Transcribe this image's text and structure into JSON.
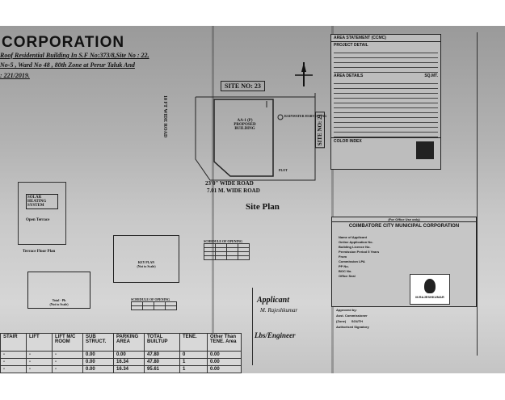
{
  "header": {
    "title": "CORPORATION",
    "line1": "Roof Residential Building In S.F No:373/8,Site No : 22,",
    "line2": "No-5 , Ward No 48 , 80th Zone at Perur Taluk And",
    "line3": ": 221/2019."
  },
  "site_plan": {
    "site_no": "SITE NO: 23",
    "site_no_side": "SITE NO: 21",
    "left_road": "10 FT WIDE ROAD",
    "building": "AA-1 (P) PROPOSED BUILDING",
    "rainwater": "RAINWATER HARVESTING",
    "plot": "PLOT",
    "road_line1": "23'0\" WIDE ROAD",
    "road_line2": "7.01 M. WIDE ROAD",
    "caption": "Site Plan"
  },
  "terrace": {
    "solar": "SOLAR HEATING SYSTEM",
    "open": "Open Terrace",
    "caption": "Terrace Floor Plan"
  },
  "key_plan": {
    "caption": "KEY PLAN",
    "sub": "(Not to Scale)"
  },
  "section": {
    "caption": "Total - Ph",
    "sub": "(Not to Scale)"
  },
  "schedule": {
    "title": "SCHEDULE OF OPENING"
  },
  "applicant": {
    "label": "Applicant",
    "signature": "M. Rajeshkumar"
  },
  "engineer": {
    "label": "Lbs/Engineer"
  },
  "area_statement": {
    "title": "AREA STATEMENT (CCMC)",
    "project": "PROJECT DETAIL",
    "area_details": "AREA DETAILS",
    "color_index": "COLOR INDEX",
    "unit": "SQ.MT."
  },
  "corp_panel": {
    "office": "(For Office Use only)",
    "title": "COIMBATORE CITY MUNICIPAL CORPORATION",
    "fields": [
      "Name of Applicant",
      "Online Application No.",
      "Building Licence No.",
      "Permission Period 5 Years",
      "From",
      "Commission LPA",
      "PP No.",
      "BOC No.",
      "Office Seal"
    ],
    "approved": "Approved by:",
    "asst": "Asst. Commissioner",
    "zone": "(Zone)",
    "zone_val": "SOUTH",
    "auth": "Authorised Signatory",
    "photo_caption": "M.RAJESHKUMAR"
  },
  "summary_table": {
    "headers": [
      "STAIR",
      "LIFT",
      "LIFT M/C ROOM",
      "SUB STRUCT.",
      "PARKING AREA",
      "TOTAL BUILTUP",
      "TENE.",
      "Other Than TENE. Area"
    ],
    "rows": [
      [
        "-",
        "-",
        "-",
        "0.00",
        "0.00",
        "47.80",
        "0",
        "0.00"
      ],
      [
        "-",
        "-",
        "-",
        "0.00",
        "16.34",
        "47.80",
        "1",
        "0.00"
      ],
      [
        "-",
        "-",
        "-",
        "0.00",
        "16.34",
        "95.61",
        "1",
        "0.00"
      ]
    ]
  }
}
